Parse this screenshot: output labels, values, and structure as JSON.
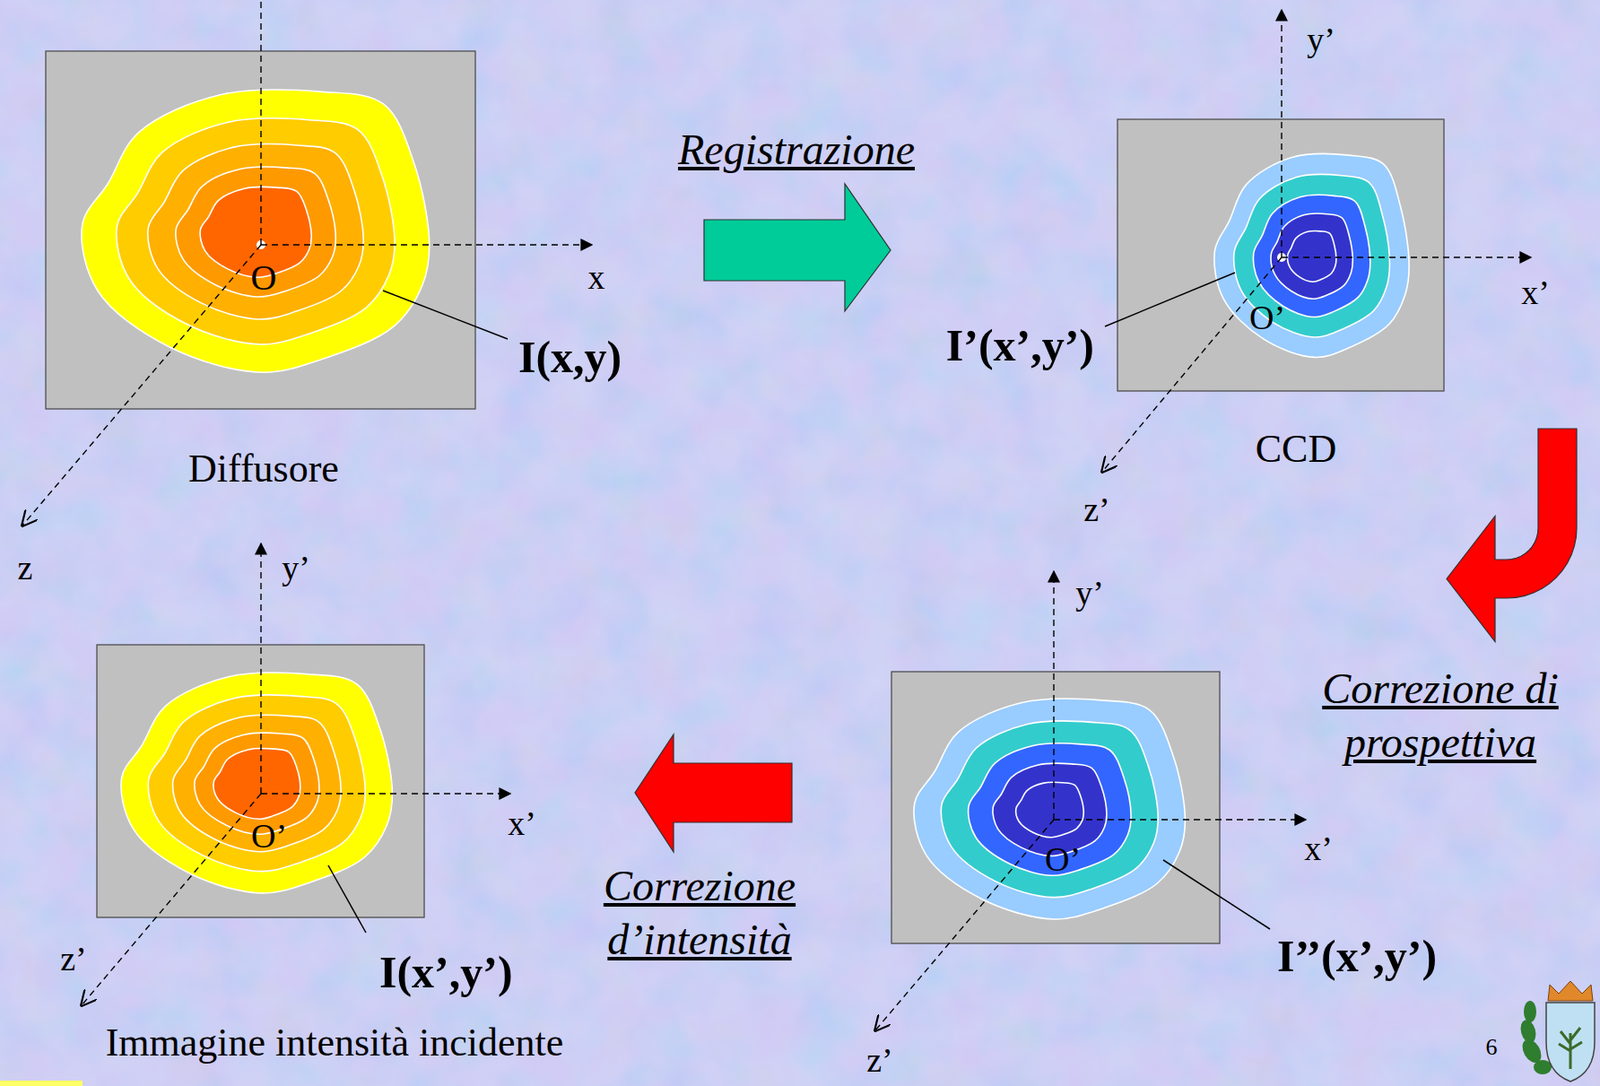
{
  "diagram": {
    "nodes": [
      {
        "text": [
          "O",
          "Diffusore"
        ]
      },
      {
        "text": [
          "O’",
          "CCD"
        ]
      },
      {
        "text": [
          "O’",
          "Immagine intensità incidente"
        ]
      },
      {
        "text": [
          "O’"
        ]
      }
    ],
    "edges": [
      {
        "from": 0,
        "to": 1,
        "arrow": "to",
        "label": "Registrazione"
      },
      {
        "from": 1,
        "to": 3,
        "arrow": "to",
        "label": "Correzione di prospettiva"
      },
      {
        "from": 3,
        "to": 2,
        "arrow": "to",
        "label": "Correzione d’intensità"
      }
    ],
    "labels": [
      "x",
      "z",
      "I(x,y)",
      "y’",
      "x’",
      "z’",
      "I’(x’,y’)",
      "y’",
      "x’",
      "z’",
      "I(x’,y’)",
      "y’",
      "x’",
      "z’",
      "I’’(x’,y’)",
      "6"
    ]
  }
}
